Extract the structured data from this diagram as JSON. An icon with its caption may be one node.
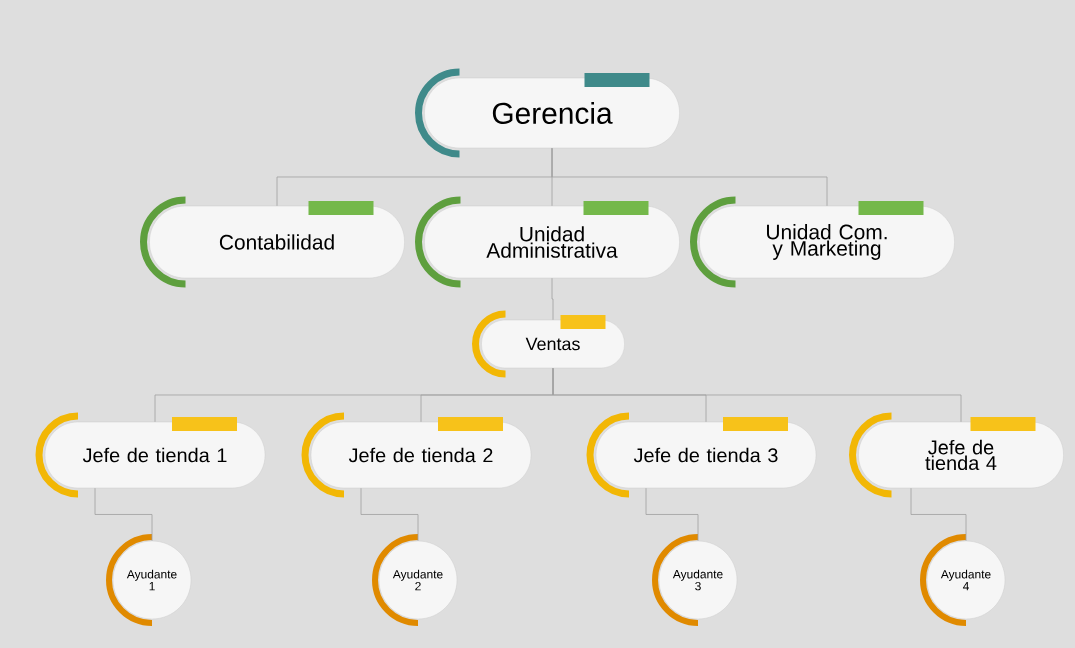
{
  "diagram": {
    "nodes": [
      {
        "text": [
          "Gerencia"
        ]
      },
      {
        "text": [
          "Contabilidad"
        ]
      },
      {
        "text": [
          "Unidad Administrativa"
        ]
      },
      {
        "text": [
          "Unidad Com. y Marketing"
        ]
      },
      {
        "text": [
          "Ventas"
        ]
      },
      {
        "text": [
          "Jefe de tienda 1"
        ]
      },
      {
        "text": [
          "Jefe de tienda 2"
        ]
      },
      {
        "text": [
          "Jefe de tienda 3"
        ]
      },
      {
        "text": [
          "Jefe de tienda 4"
        ]
      },
      {
        "text": [
          "Ayudante 1"
        ]
      },
      {
        "text": [
          "Ayudante 2"
        ]
      },
      {
        "text": [
          "Ayudante 3"
        ]
      },
      {
        "text": [
          "Ayudante 4"
        ]
      }
    ],
    "edges": [
      {
        "from": 0,
        "to": 1,
        "arrow": "none"
      },
      {
        "from": 0,
        "to": 2,
        "arrow": "none"
      },
      {
        "from": 0,
        "to": 3,
        "arrow": "none"
      },
      {
        "from": 2,
        "to": 4,
        "arrow": "none"
      },
      {
        "from": 4,
        "to": 5,
        "arrow": "none"
      },
      {
        "from": 4,
        "to": 6,
        "arrow": "none"
      },
      {
        "from": 4,
        "to": 7,
        "arrow": "none"
      },
      {
        "from": 4,
        "to": 8,
        "arrow": "none"
      },
      {
        "from": 5,
        "to": 9,
        "arrow": "none"
      },
      {
        "from": 6,
        "to": 10,
        "arrow": "none"
      },
      {
        "from": 7,
        "to": 11,
        "arrow": "none"
      },
      {
        "from": 8,
        "to": 12,
        "arrow": "none"
      }
    ]
  }
}
